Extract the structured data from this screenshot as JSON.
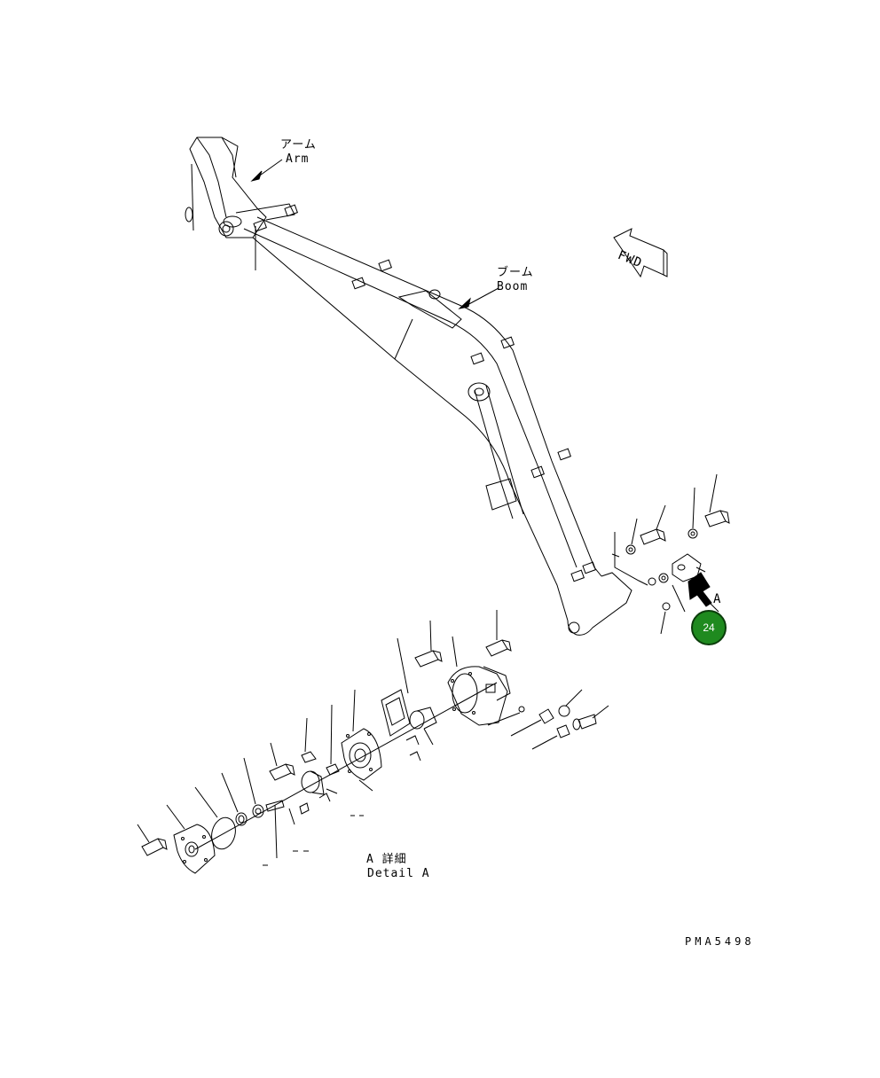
{
  "labels": {
    "arm_jp": "アーム",
    "arm_en": "Arm",
    "boom_jp": "ブーム",
    "boom_en": "Boom",
    "fwd": "FWD",
    "view_marker": "A",
    "detail_jp": "A 詳細",
    "detail_en": "Detail A",
    "drawing_code": "PMA5498"
  },
  "callouts": [
    {
      "number": "24",
      "color": "#1f8a1f"
    }
  ],
  "colors": {
    "line": "#000000",
    "callout_fill": "#1f8a1f",
    "background": "#ffffff"
  }
}
